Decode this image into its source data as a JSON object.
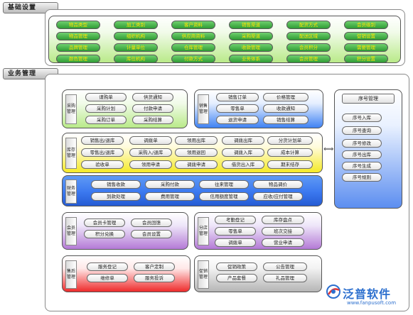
{
  "sections": {
    "basic": "基础设置",
    "business": "业务管理"
  },
  "basic_buttons": [
    [
      "物品类型",
      "加工类别",
      "客户资料",
      "销售渠道",
      "配货方式",
      "会员级别"
    ],
    [
      "物品管理",
      "组织机构",
      "供应商资料",
      "采购渠道",
      "配送区域",
      "促销设置"
    ],
    [
      "品牌管理",
      "计量单位",
      "仓库管理",
      "收款管理",
      "会员积分",
      "需要管理"
    ],
    [
      "颜色管理",
      "库位机构",
      "付款方式",
      "业务体系",
      "会员管理",
      "积分设置"
    ]
  ],
  "groups": {
    "purchase": {
      "label": "采购管理",
      "buttons": [
        "请购单",
        "供货通知",
        "采购计划",
        "付款申请",
        "采购订单",
        "采购结算"
      ]
    },
    "sales": {
      "label": "销售管理",
      "buttons": [
        "销售订单",
        "价格管理",
        "零售单",
        "收款通知",
        "退货申请",
        "销售结算"
      ]
    },
    "inventory": {
      "label": "库存管理",
      "buttons": [
        "销售出/退库",
        "调拨单",
        "领用出库",
        "调拨出库",
        "分货计划单",
        "零售出/退库",
        "采购入/退库",
        "领用退回",
        "调拨入库",
        "成本计算",
        "验收单",
        "领用申请",
        "调拨申请",
        "借货出入库",
        "期末结存"
      ]
    },
    "finance": {
      "label": "财务管理",
      "buttons": [
        "销售收款",
        "采购付款",
        "往来管理",
        "物品调价",
        "到款处理",
        "费用管理",
        "信用额度管理",
        "应收/应付管理"
      ]
    },
    "member": {
      "label": "会员管理",
      "buttons": [
        "会员卡管理",
        "会员回馈",
        "积分兑换",
        "会员设置"
      ]
    },
    "branch": {
      "label": "分店管理",
      "buttons": [
        "考勤登记",
        "库存盘点",
        "零售单",
        "班次交接",
        "调拨单",
        "营业申请"
      ]
    },
    "aftersale": {
      "label": "售后管理",
      "buttons": [
        "服务登记",
        "客户定制",
        "维修单",
        "服务投诉"
      ]
    },
    "promo": {
      "label": "促销管理",
      "buttons": [
        "促销政策",
        "公告管理",
        "产品套餐",
        "礼品管理"
      ]
    }
  },
  "serial": {
    "title": "序号管理",
    "items": [
      "序号入库",
      "序号查询",
      "序号修改",
      "序号出库",
      "序号生成",
      "序号规则"
    ]
  },
  "link_arrow": "⟺",
  "logo": {
    "name": "泛普软件",
    "url": "www.fanpusoft.com"
  },
  "colors": {
    "green_btn": "#2f9c34",
    "green_text": "#ffe600",
    "blue": "#3b78ef",
    "logo": "#2c6fce"
  }
}
